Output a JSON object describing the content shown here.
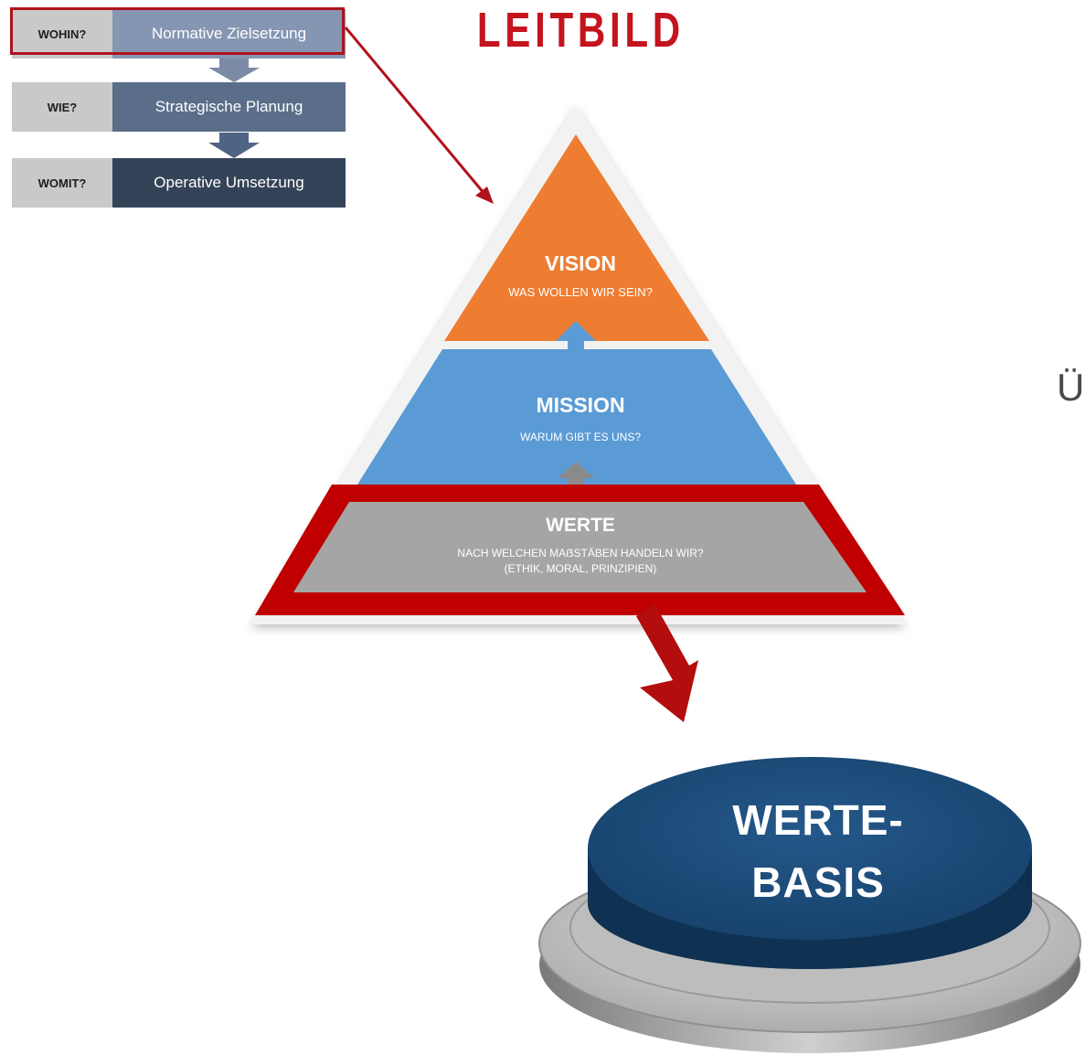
{
  "flow": [
    {
      "question": "WOHIN?",
      "label": "Normative Zielsetzung"
    },
    {
      "question": "WIE?",
      "label": "Strategische Planung"
    },
    {
      "question": "WOMIT?",
      "label": "Operative Umsetzung"
    }
  ],
  "title": "LEITBILD",
  "pyramid": {
    "vision": {
      "heading": "VISION",
      "subtitle": "WAS WOLLEN WIR SEIN?"
    },
    "mission": {
      "heading": "MISSION",
      "subtitle": "WARUM GIBT ES UNS?"
    },
    "werte": {
      "heading": "WERTE",
      "line1": "NACH WELCHEN MAẞSTÄBEN HANDELN WIR?",
      "line2": "(ETHIK, MORAL, PRINZIPIEN)"
    }
  },
  "side_letter": "Ü",
  "button": {
    "line1": "WERTE-",
    "line2": "BASIS"
  },
  "colors": {
    "accent_red": "#c4141d",
    "vision_orange": "#ee7d31",
    "mission_blue": "#5b9bd5",
    "werte_gray": "#a5a5a5",
    "button_blue": "#1f4e79"
  }
}
